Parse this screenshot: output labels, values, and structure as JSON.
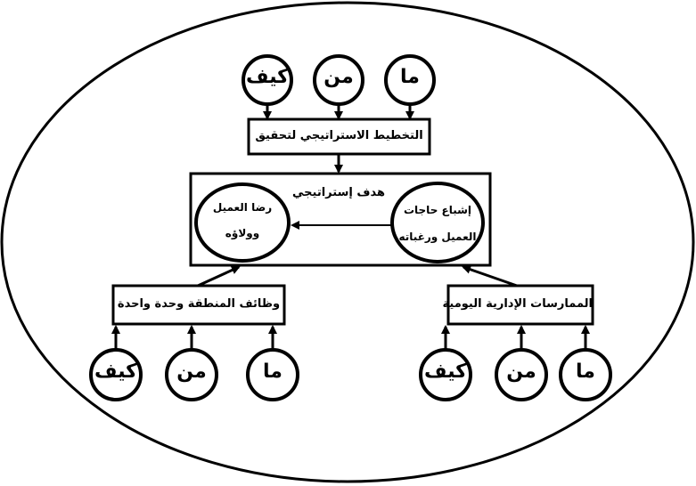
{
  "top": {
    "questions": [
      "كيف",
      "من",
      "ما"
    ],
    "box_label": "التخطيط الاستراتيجي لتحقيق"
  },
  "goal": {
    "title": "هدف إستراتيجي",
    "source_line1": "إشباع حاجات",
    "source_line2": "العميل ورغباته",
    "target_line1": "رضا العميل",
    "target_line2": "وولاؤه"
  },
  "left": {
    "box_label": "وظائف المنطقة وحدة واحدة",
    "questions": [
      "كيف",
      "من",
      "ما"
    ]
  },
  "right": {
    "box_label": "الممارسات الإدارية اليومية",
    "questions": [
      "كيف",
      "من",
      "ما"
    ]
  }
}
